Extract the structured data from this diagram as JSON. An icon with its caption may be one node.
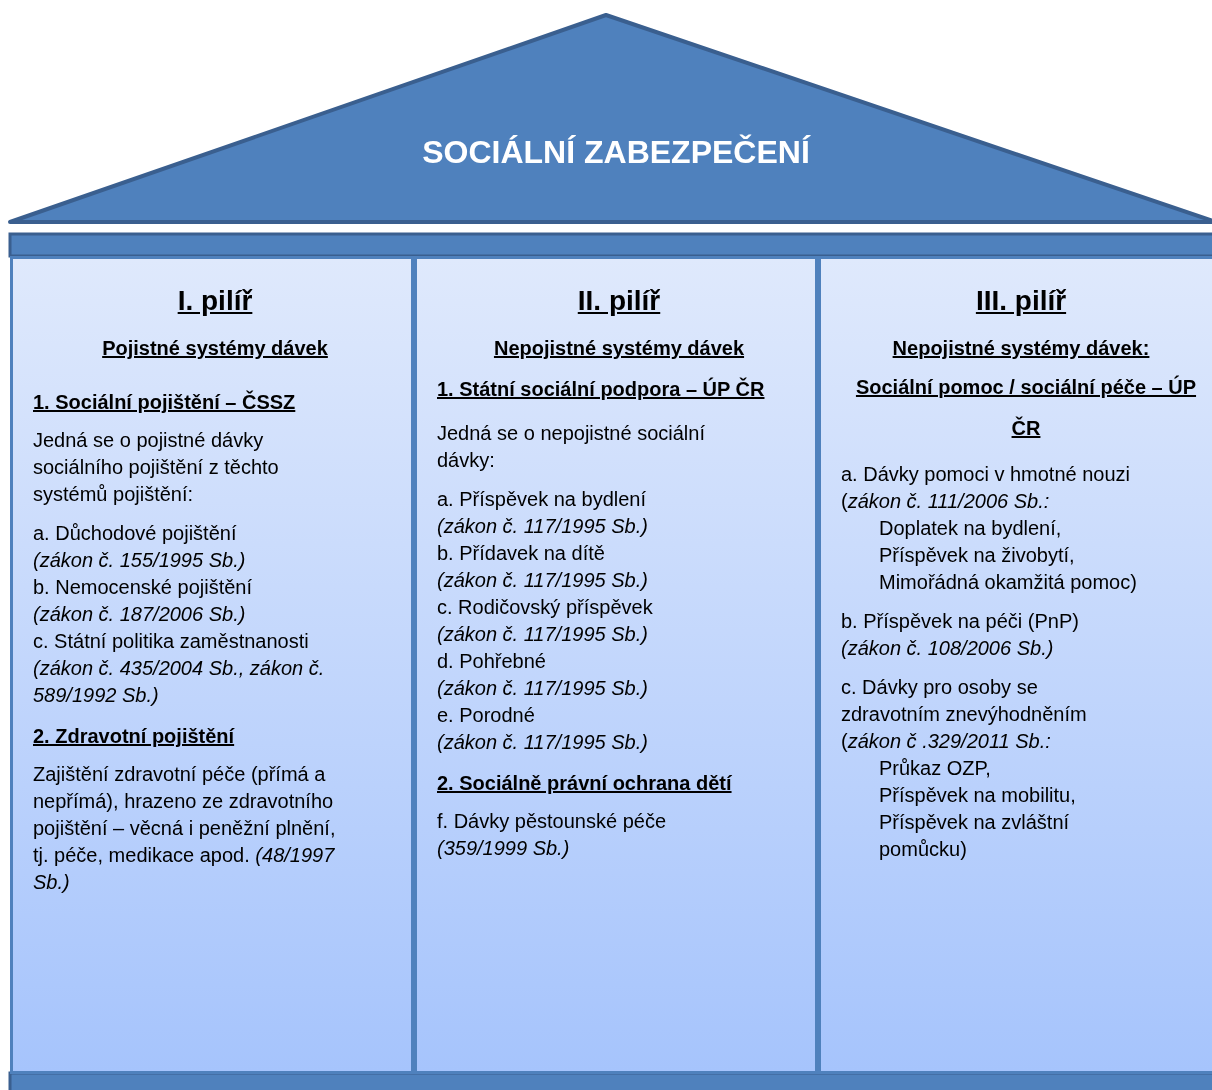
{
  "diagram": {
    "nodes": [
      {
        "text": [
          "SOCIÁLNÍ ZABEZPEČENÍ"
        ]
      },
      {
        "text": [],
        "shape": "bar"
      },
      {
        "text": [
          "I. pilíř",
          "Pojistné systémy dávek",
          "1. Sociální pojištění – ČSSZ",
          "Jedná se o pojistné dávky sociálního pojištění z těchto systémů pojištění:",
          "a. Důchodové pojištění",
          "(zákon č. 155/1995 Sb.)",
          "b. Nemocenské pojištění",
          "(zákon č. 187/2006 Sb.)",
          "c. Státní politika zaměstnanosti",
          "(zákon č. 435/2004 Sb., zákon č. 589/1992 Sb.)",
          "2. Zdravotní pojištění",
          "Zajištění zdravotní péče (přímá a nepřímá), hrazeno ze zdravotního pojištění – věcná i peněžní plnění, tj. péče, medikace apod. *(48/1997 Sb.)*"
        ]
      },
      {
        "text": [
          "II. pilíř",
          "Nepojistné systémy dávek",
          "1. Státní sociální podpora – ÚP ČR",
          "Jedná se o nepojistné sociální dávky:",
          "a. Příspěvek na bydlení",
          "(zákon č. 117/1995 Sb.)",
          "b. Přídavek na dítě",
          "(zákon č. 117/1995 Sb.)",
          "c. Rodičovský příspěvek",
          "(zákon č. 117/1995 Sb.)",
          "d. Pohřebné",
          "(zákon č. 117/1995 Sb.)",
          "e. Porodné",
          "(zákon č. 117/1995 Sb.)",
          "2. Sociálně právní ochrana dětí",
          "f. Dávky pěstounské péče",
          "(359/1999 Sb.)"
        ]
      },
      {
        "text": [
          "III. pilíř",
          "Nepojistné systémy dávek:",
          "Sociální pomoc / sociální péče – ÚP ČR",
          "a. Dávky pomoci v hmotné nouzi",
          "(*zákon č. 111/2006 Sb.:*",
          "Doplatek na bydlení,",
          "Příspěvek na živobytí,",
          "Mimořádná okamžitá pomoc)",
          "b. Příspěvek na péči (PnP)",
          "(zákon č. 108/2006 Sb.)",
          "c. Dávky pro osoby se zdravotním znevýhodněním",
          "(*zákon č .329/2011 Sb.:*",
          "Průkaz OZP,",
          "Příspěvek na mobilitu,",
          "Příspěvek na zvláštní pomůcku)"
        ]
      },
      {
        "text": [],
        "shape": "bar"
      }
    ]
  }
}
